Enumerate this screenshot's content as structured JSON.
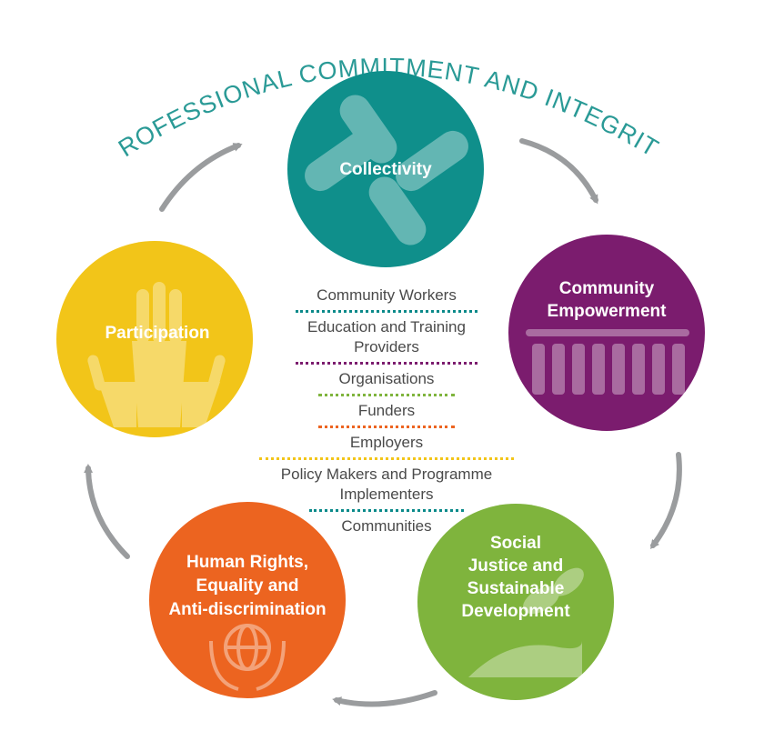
{
  "arc_title": "PROFESSIONAL COMMITMENT AND INTEGRITY",
  "principles": {
    "collectivity": {
      "label": "Collectivity",
      "color": "#0f8f8b",
      "icon": "linked-hands-icon"
    },
    "community_empowerment": {
      "line1": "Community",
      "line2": "Empowerment",
      "color": "#7b1c6e",
      "icon": "people-raised-arms-icon"
    },
    "social_justice": {
      "line1": "Social",
      "line2": "Justice and",
      "line3": "Sustainable",
      "line4": "Development",
      "color": "#7fb43d",
      "icon": "hand-holding-plant-icon"
    },
    "human_rights": {
      "line1": "Human Rights,",
      "line2": "Equality and",
      "line3": "Anti-discrimination",
      "color": "#ec6420",
      "icon": "hands-holding-globe-icon"
    },
    "participation": {
      "label": "Participation",
      "color": "#f2c519",
      "icon": "raised-hands-icon"
    }
  },
  "stakeholders": [
    {
      "line1": "Community Workers",
      "line2": "",
      "divider_color": "#0a8a8a"
    },
    {
      "line1": "Education and Training",
      "line2": "Providers",
      "divider_color": "#7b1c6e"
    },
    {
      "line1": "Organisations",
      "line2": "",
      "divider_color": "#7fb43d"
    },
    {
      "line1": "Funders",
      "line2": "",
      "divider_color": "#ec6420"
    },
    {
      "line1": "Employers",
      "line2": "",
      "divider_color": "#f2c519"
    },
    {
      "line1": "Policy Makers and Programme",
      "line2": "Implementers",
      "divider_color": "#0a8a8a"
    },
    {
      "line1": "Communities",
      "line2": "",
      "divider_color": ""
    }
  ],
  "colors": {
    "arrow": "#9a9c9e",
    "title": "#2a9a96",
    "text": "#4a4a4a"
  }
}
